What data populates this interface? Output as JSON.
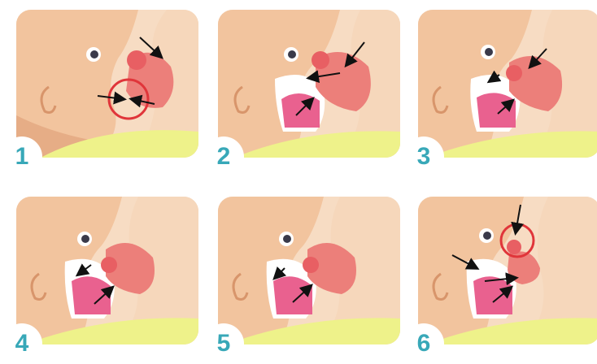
{
  "panels": [
    {
      "number": "1",
      "highlight": "lip-seal"
    },
    {
      "number": "2",
      "highlight": "none"
    },
    {
      "number": "3",
      "highlight": "none"
    },
    {
      "number": "4",
      "highlight": "none"
    },
    {
      "number": "5",
      "highlight": "none"
    },
    {
      "number": "6",
      "highlight": "nipple-release"
    }
  ],
  "colors": {
    "skin": "#f2c49e",
    "skin_shadow": "#e6ad86",
    "breast": "#f6d7bb",
    "areola": "#ec7f7a",
    "nipple": "#e85f63",
    "tongue": "#e9618f",
    "mouth_cavity": "#ffffff",
    "blanket": "#eef28a",
    "badge_text": "#38a8b8",
    "highlight_ring": "#e0353a",
    "arrow": "#111111"
  }
}
